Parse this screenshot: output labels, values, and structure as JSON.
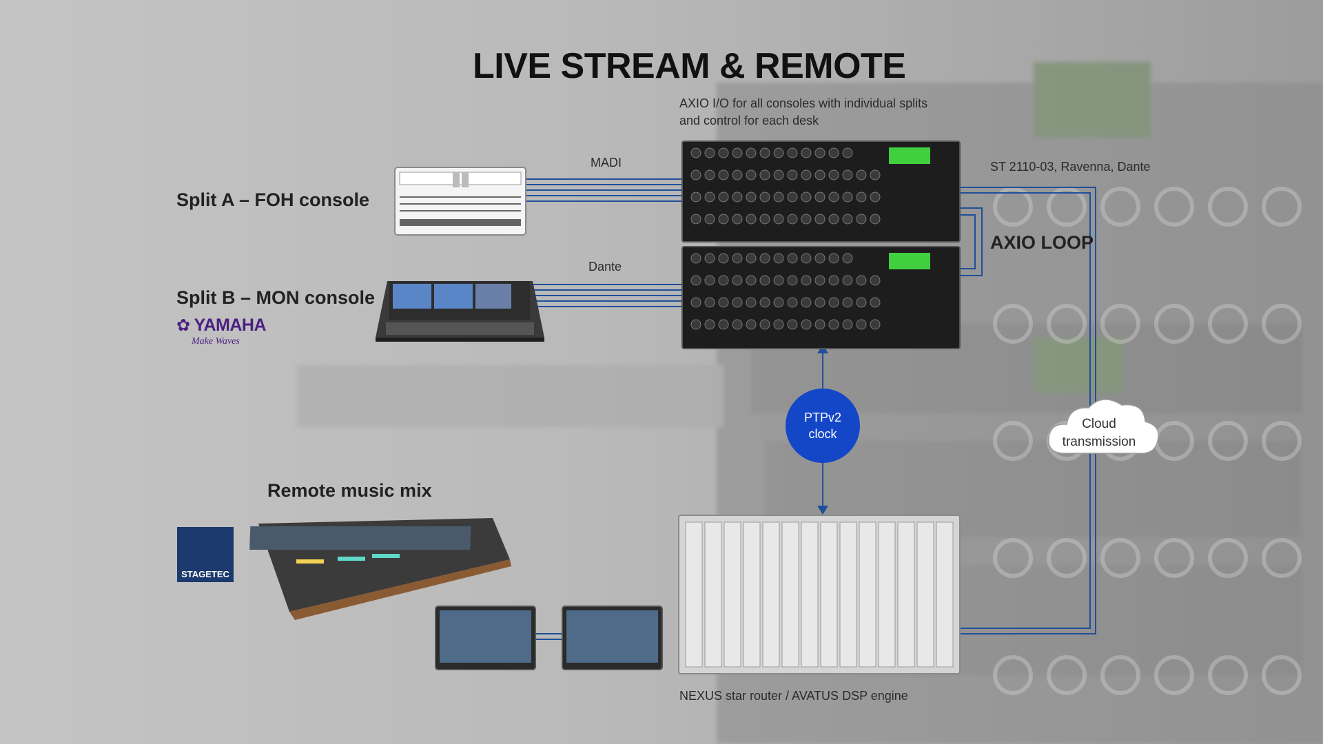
{
  "title": "LIVE STREAM & REMOTE",
  "labels": {
    "split_a": "Split A – FOH console",
    "split_b": "Split B – MON console",
    "remote_mix": "Remote music mix",
    "axio_desc_line1": "AXIO I/O for all consoles with individual splits",
    "axio_desc_line2": "and control for each desk",
    "madi": "MADI",
    "dante": "Dante",
    "st2110": "ST 2110-03, Ravenna, Dante",
    "axio_loop": "AXIO LOOP",
    "ptp_line1": "PTPv2",
    "ptp_line2": "clock",
    "cloud_line1": "Cloud",
    "cloud_line2": "transmission",
    "nexus": "NEXUS star router / AVATUS DSP engine"
  },
  "logos": {
    "yamaha": "YAMAHA",
    "yamaha_tagline": "Make Waves",
    "stagetec": "STAGETEC"
  },
  "colors": {
    "connection_line": "#1f4f9a",
    "ptp_circle": "#1446c8",
    "background": "#bdbdbd",
    "yamaha_purple": "#4b1f80",
    "stagetec_blue": "#1c3a6e"
  }
}
